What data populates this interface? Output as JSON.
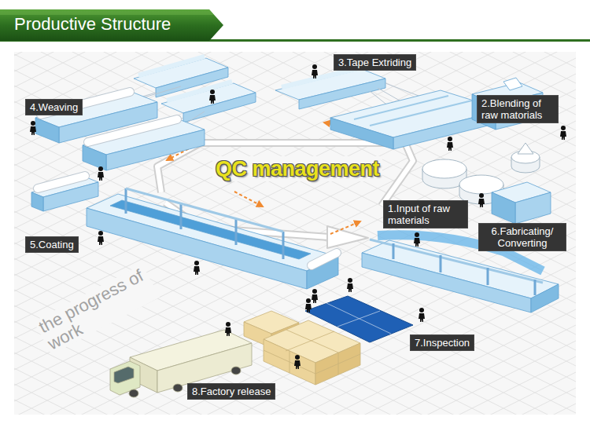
{
  "diagram": {
    "title": "Productive Structure",
    "nodes": [
      {
        "text": [
          "1.Input of raw materials"
        ]
      },
      {
        "text": [
          "2.Blending of raw matorials"
        ]
      },
      {
        "text": [
          "3.Tape Extriding"
        ]
      },
      {
        "text": [
          "4.Weaving"
        ]
      },
      {
        "text": [
          "5.Coating"
        ]
      },
      {
        "text": [
          "6.Fabricating/ Converting"
        ]
      },
      {
        "text": [
          "7.Inspection"
        ]
      },
      {
        "text": [
          "8.Factory release"
        ]
      }
    ],
    "labels": [
      "QC management",
      "the progress of work"
    ]
  }
}
